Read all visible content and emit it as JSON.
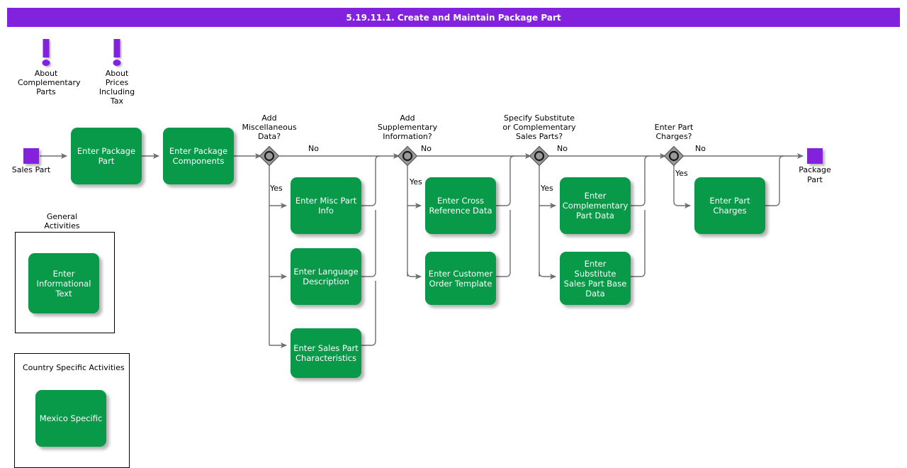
{
  "header": {
    "title": "5.19.11.1. Create and Maintain Package Part",
    "bar_color": "#8222DD",
    "text_color": "#FFFFFF"
  },
  "colors": {
    "activity_fill": "#089949",
    "activity_text": "#FFFFFF",
    "terminator_fill": "#8222DD",
    "decision_fill": "#999999",
    "decision_stroke": "#333333",
    "connector": "#6E6E6E",
    "note_marker": "#8222DD",
    "background": "#FFFFFF"
  },
  "notes": [
    {
      "id": "note-complementary-parts",
      "icon": "exclamation-icon",
      "label": "About\nComplementary\nParts"
    },
    {
      "id": "note-prices-including-tax",
      "icon": "exclamation-icon",
      "label": "About\nPrices\nIncluding\nTax"
    }
  ],
  "terminators": [
    {
      "id": "start-sales-part",
      "label": "Sales Part",
      "kind": "start"
    },
    {
      "id": "end-package-part",
      "label": "Package\nPart",
      "kind": "end"
    }
  ],
  "activities": [
    {
      "id": "enter-package-part",
      "label": "Enter Package\nPart"
    },
    {
      "id": "enter-package-components",
      "label": "Enter Package\nComponents"
    },
    {
      "id": "enter-misc-part-info",
      "label": "Enter Misc Part\nInfo"
    },
    {
      "id": "enter-language-description",
      "label": "Enter Language\nDescription"
    },
    {
      "id": "enter-sales-part-characteristics",
      "label": "Enter Sales Part\nCharacteristics"
    },
    {
      "id": "enter-cross-reference-data",
      "label": "Enter Cross\nReference Data"
    },
    {
      "id": "enter-customer-order-template",
      "label": "Enter Customer\nOrder Template"
    },
    {
      "id": "enter-complementary-part-data",
      "label": "Enter\nComplementary\nPart Data"
    },
    {
      "id": "enter-substitute-sales-part-base-data",
      "label": "Enter Substitute\nSales Part Base\nData"
    },
    {
      "id": "enter-part-charges",
      "label": "Enter Part\nCharges"
    },
    {
      "id": "enter-informational-text",
      "label": "Enter\nInformational\nText"
    },
    {
      "id": "mexico-specific",
      "label": "Mexico Specific"
    }
  ],
  "decisions": [
    {
      "id": "add-miscellaneous-data",
      "label": "Add\nMiscellaneous\nData?",
      "yes_label": "Yes",
      "no_label": "No"
    },
    {
      "id": "add-supplementary-information",
      "label": "Add\nSupplementary\nInformation?",
      "yes_label": "Yes",
      "no_label": "No"
    },
    {
      "id": "specify-substitute-or-complementary-sales-parts",
      "label": "Specify Substitute\nor Complementary\nSales Parts?",
      "yes_label": "Yes",
      "no_label": "No"
    },
    {
      "id": "enter-part-charges-decision",
      "label": "Enter Part\nCharges?",
      "yes_label": "Yes",
      "no_label": "No"
    }
  ],
  "groups": [
    {
      "id": "general-activities",
      "title": "General\nActivities",
      "title_position": "outside-top"
    },
    {
      "id": "country-specific-activities",
      "title": "Country Specific Activities",
      "title_position": "inside-top"
    }
  ]
}
